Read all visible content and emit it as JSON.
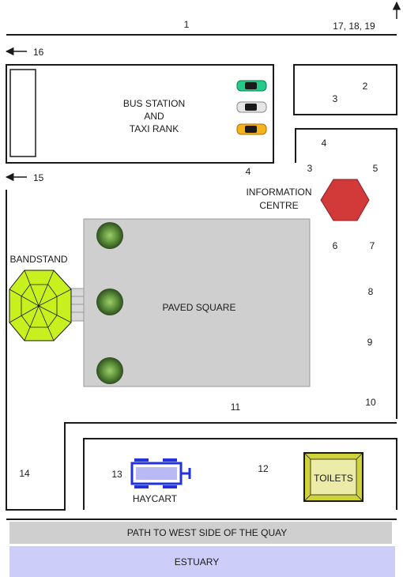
{
  "labels": {
    "bus_station": [
      "BUS STATION",
      "AND",
      "TAXI RANK"
    ],
    "information_centre": [
      "INFORMATION",
      "CENTRE"
    ],
    "bandstand": "BANDSTAND",
    "paved_square": "PAVED SQUARE",
    "toilets": "TOILETS",
    "haycart": "HAYCART",
    "path_west": "PATH TO WEST SIDE OF THE QUAY",
    "estuary": "ESTUARY"
  },
  "numbers": {
    "n1": "1",
    "n2": "2",
    "n3a": "3",
    "n3b": "3",
    "n4a": "4",
    "n4b": "4",
    "n5": "5",
    "n6": "6",
    "n7": "7",
    "n8": "8",
    "n9": "9",
    "n10": "10",
    "n11": "11",
    "n12": "12",
    "n13": "13",
    "n14": "14",
    "n15": "15",
    "n16": "16",
    "n17_19": "17, 18, 19"
  },
  "colors": {
    "info_centre": "#d23a3a",
    "bandstand": "#c8f01e",
    "paved_square": "#cfcfcf",
    "toilets": "#cfd23a",
    "haycart": "#2233dd",
    "path": "#cfcfcf",
    "estuary": "#cccdf8",
    "taxi_green": "#22cc88",
    "taxi_white": "#e6e6e6",
    "taxi_yellow": "#f5b21c"
  }
}
